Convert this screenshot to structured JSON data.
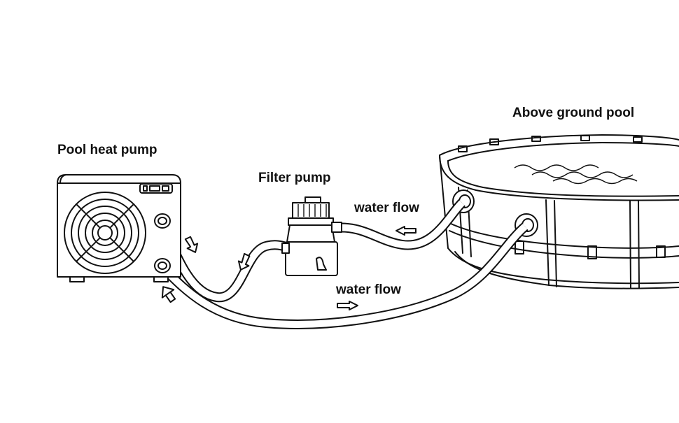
{
  "labels": {
    "heat_pump": "Pool heat pump",
    "filter_pump": "Filter pump",
    "pool": "Above ground pool",
    "flow_upper": "water flow",
    "flow_lower": "water flow"
  },
  "colors": {
    "line": "#111111",
    "background": "#ffffff"
  },
  "icons": [
    "fan-icon",
    "display-panel-icon",
    "flow-arrow-icon"
  ]
}
